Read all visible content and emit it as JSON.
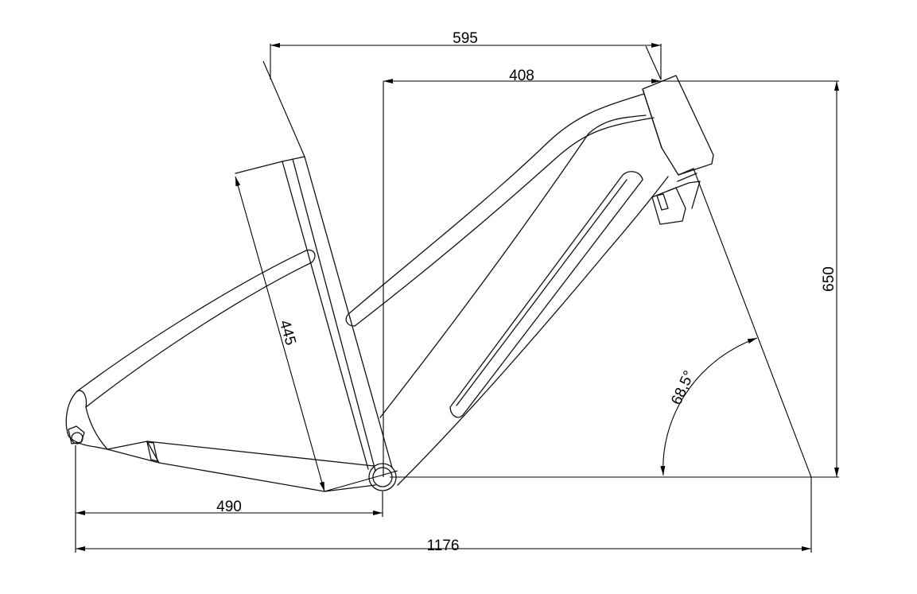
{
  "dimensions": {
    "top_tube_length": "595",
    "reach": "408",
    "stack": "650",
    "seat_tube_length": "445",
    "chainstay_length": "490",
    "wheelbase": "1176",
    "head_angle": "68,5°"
  },
  "colors": {
    "line": "#000000",
    "frame_line": "#111111",
    "background": "#ffffff"
  }
}
